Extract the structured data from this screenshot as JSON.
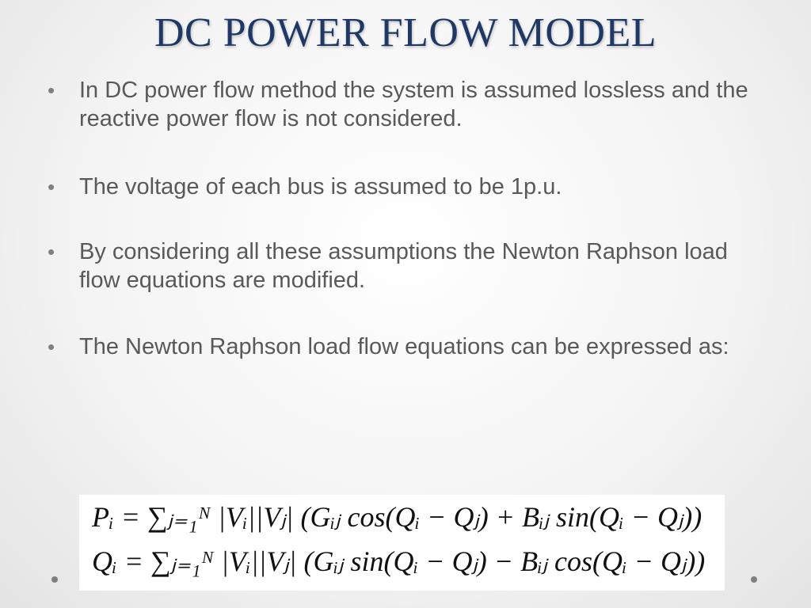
{
  "slide": {
    "title": "DC POWER FLOW MODEL",
    "bullets": [
      "In DC power flow method the system is assumed lossless and the reactive power flow is not considered.",
      "The voltage of each bus is assumed to be 1p.u.",
      " By considering all these assumptions the Newton Raphson load flow equations are modified.",
      "The Newton Raphson load flow equations can be expressed as:"
    ],
    "bullet_glyph": "•",
    "equations": [
      "Pᵢ = ∑ⱼ₌₁ᴺ |Vᵢ||Vⱼ| (Gᵢⱼ cos(Qᵢ − Qⱼ) + Bᵢⱼ sin(Qᵢ − Qⱼ))",
      "Qᵢ = ∑ⱼ₌₁ᴺ |Vᵢ||Vⱼ| (Gᵢⱼ sin(Qᵢ − Qⱼ) − Bᵢⱼ cos(Qᵢ − Qⱼ))"
    ]
  },
  "colors": {
    "title": "#1f3864",
    "body_text": "#595959",
    "bullet": "#7f7f7f"
  }
}
